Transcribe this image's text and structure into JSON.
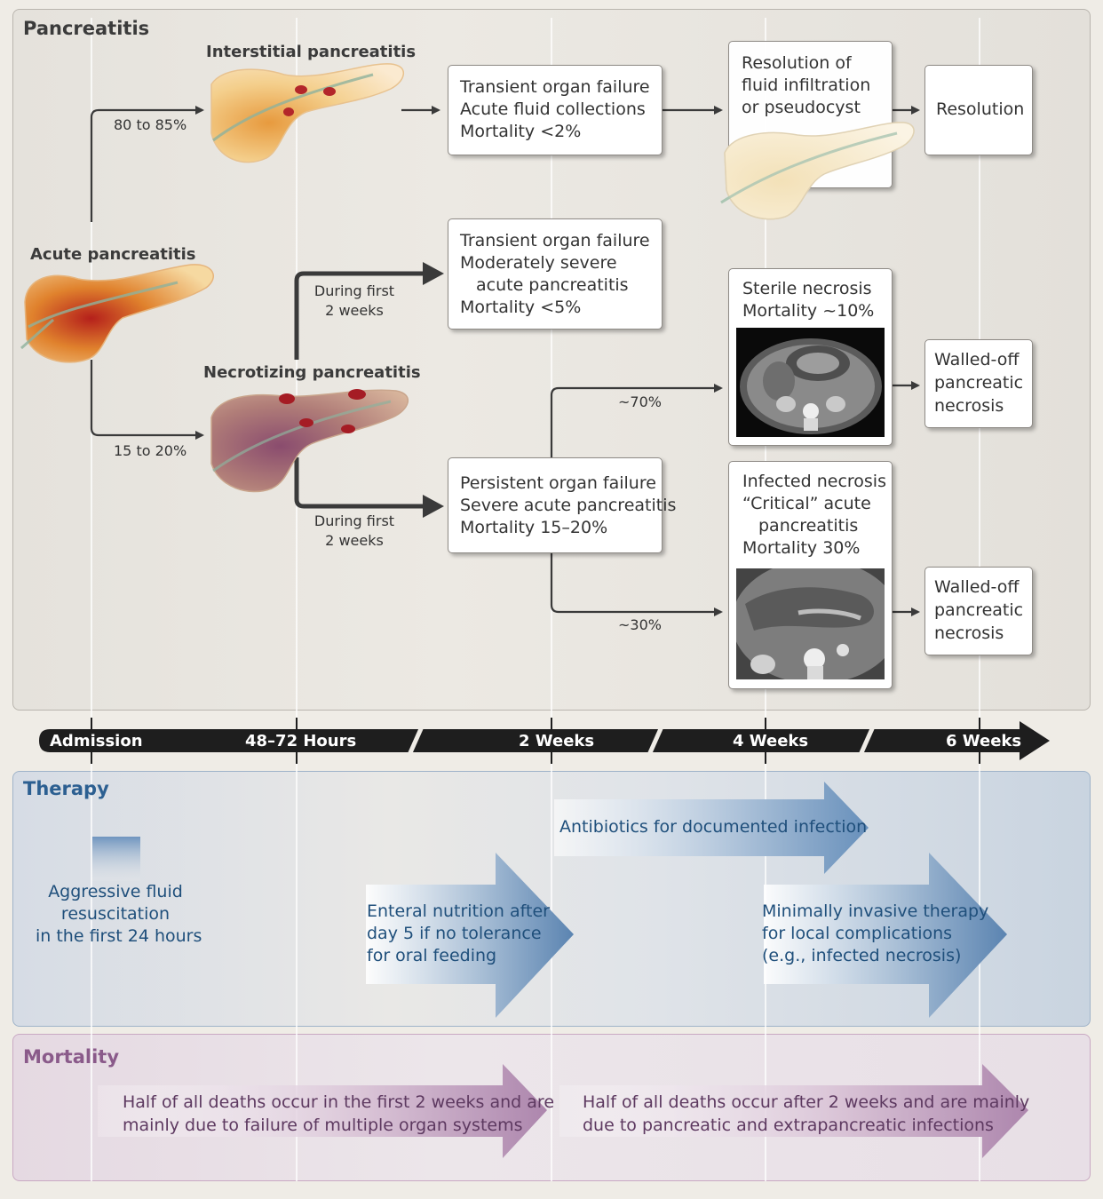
{
  "pancreatitis": {
    "title": "Pancreatitis",
    "acute_label": "Acute pancreatitis",
    "interstitial_label": "Interstitial pancreatitis",
    "necrotizing_label": "Necrotizing pancreatitis",
    "pct_interstitial": "80 to 85%",
    "pct_necrotizing": "15 to 20%",
    "during_first_top": [
      "During first",
      "2 weeks"
    ],
    "during_first_bottom": [
      "During first",
      "2 weeks"
    ],
    "pct_sterile": "~70%",
    "pct_infected": "~30%",
    "box_transient_fluid": [
      "Transient organ failure",
      "Acute fluid collections",
      "Mortality <2%"
    ],
    "box_resolution_fluid": [
      "Resolution of",
      "fluid infiltration",
      "or pseudocyst"
    ],
    "box_resolution": "Resolution",
    "box_moderate": [
      "Transient organ failure",
      "Moderately severe",
      "acute pancreatitis",
      "Mortality <5%"
    ],
    "box_persistent": [
      "Persistent organ failure",
      "Severe acute pancreatitis",
      "Mortality 15–20%"
    ],
    "box_sterile": [
      "Sterile necrosis",
      "Mortality ~10%"
    ],
    "box_infected": [
      "Infected necrosis",
      "“Critical” acute",
      "pancreatitis",
      "Mortality 30%"
    ],
    "box_walled_1": [
      "Walled-off",
      "pancreatic",
      "necrosis"
    ],
    "box_walled_2": [
      "Walled-off",
      "pancreatic",
      "necrosis"
    ]
  },
  "timeline": {
    "ticks": [
      "Admission",
      "48–72 Hours",
      "2 Weeks",
      "4 Weeks",
      "6 Weeks"
    ]
  },
  "therapy": {
    "title": "Therapy",
    "fluid": [
      "Aggressive fluid",
      "resuscitation",
      "in the first 24 hours"
    ],
    "enteral": [
      "Enteral nutrition after",
      "day 5 if no tolerance",
      "for oral feeding"
    ],
    "antibiotics": "Antibiotics for documented infection",
    "minimally_invasive": [
      "Minimally invasive therapy",
      "for local complications",
      "(e.g., infected necrosis)"
    ]
  },
  "mortality": {
    "title": "Mortality",
    "early": [
      "Half of all deaths occur in the first 2 weeks and are",
      "mainly due to failure of multiple organ systems"
    ],
    "late": [
      "Half of all deaths occur after 2 weeks and are mainly",
      "due to pancreatic and extrapancreatic infections"
    ]
  },
  "colors": {
    "therapy_text": "#1f4f7b",
    "mortality_text": "#5d3960",
    "timeline_bar": "#1e1e1e",
    "therapy_arrow": "#5b84b1",
    "mortality_arrow": "#b08ab0"
  }
}
